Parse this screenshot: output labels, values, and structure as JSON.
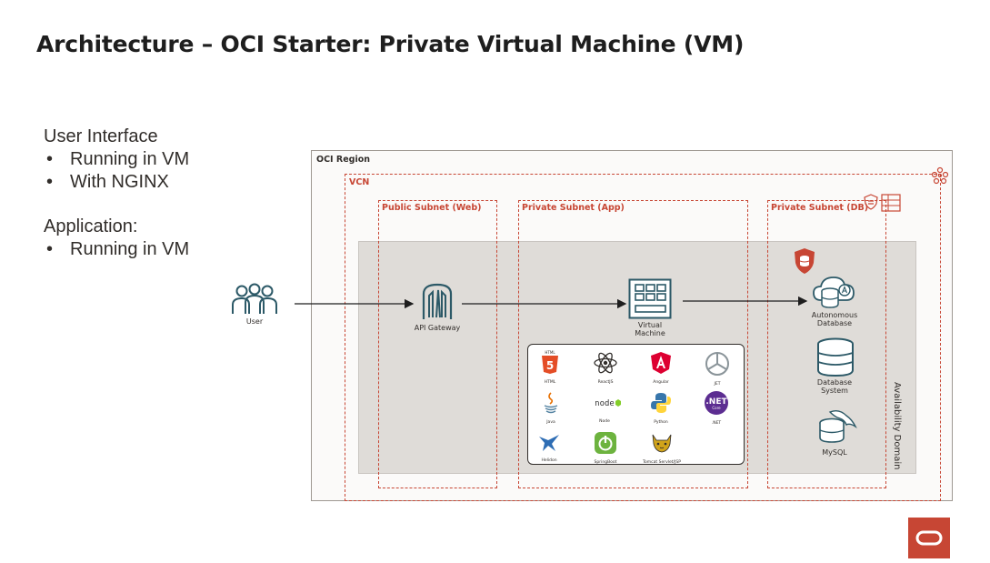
{
  "title": "Architecture – OCI Starter: Private Virtual Machine (VM)",
  "bullets": {
    "ui_heading": "User Interface",
    "ui_items": [
      "Running in VM",
      "With NGINX"
    ],
    "app_heading": "Application:",
    "app_items": [
      "Running in VM"
    ],
    "bullet_char": "•"
  },
  "diagram": {
    "region_label": "OCI Region",
    "vcn_label": "VCN",
    "subnets": [
      "Public Subnet (Web)",
      "Private Subnet (App)",
      "Private Subnet (DB)"
    ],
    "availability_domain": "Availability Domain",
    "user_label": "User",
    "api_gateway_label": "API Gateway",
    "vm_label_line1": "Virtual",
    "vm_label_line2": "Machine",
    "adb_label_line1": "Autonomous",
    "adb_label_line2": "Database",
    "dbs_label_line1": "Database",
    "dbs_label_line2": "System",
    "mysql_label": "MySQL",
    "tech": [
      "HTML",
      "ReactJS",
      "Angular",
      "JET",
      "Java",
      "Node",
      "Python",
      ".NET",
      "Helidon",
      "SpringBoot",
      "Tomcat Servlet/JSP"
    ],
    "html5_badge": "HTML",
    "html5_num": "5",
    "node_text": "node",
    "net_line1": ".NET",
    "net_line2": "Core"
  },
  "colors": {
    "accent": "#c74634",
    "icon_dark": "#2c5967",
    "text": "#312d2a"
  }
}
